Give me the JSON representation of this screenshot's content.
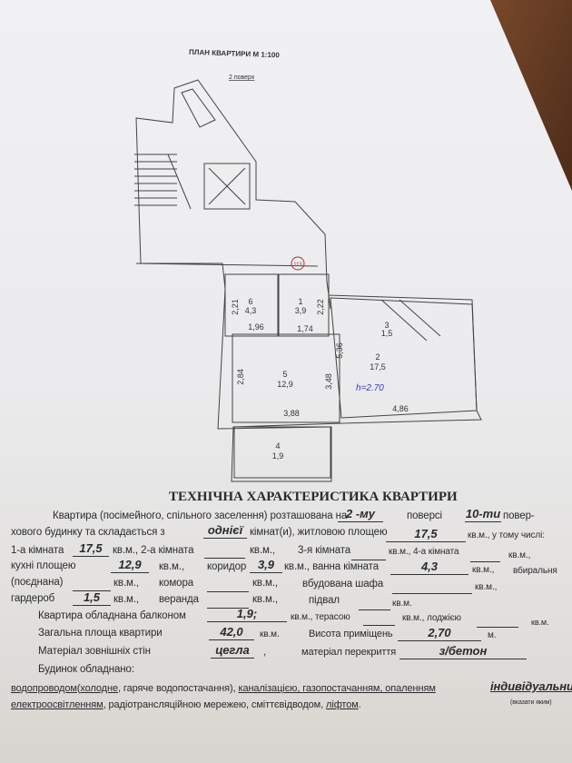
{
  "plan": {
    "title": "ПЛАН КВАРТИРИ М 1:100",
    "floor": "2 поверх",
    "stamp": "113",
    "height_note": "h=2.70",
    "rooms": [
      {
        "no": "1",
        "area": "3,9"
      },
      {
        "no": "2",
        "area": "17,5"
      },
      {
        "no": "3",
        "area": "1,5"
      },
      {
        "no": "4",
        "area": "1,9"
      },
      {
        "no": "5",
        "area": "12,9"
      },
      {
        "no": "6",
        "area": "4,3"
      }
    ],
    "dims": [
      "2,21",
      "1,96",
      "2,22",
      "1,74",
      "5,36",
      "2,84",
      "3,48",
      "3,88",
      "4,86"
    ]
  },
  "spec": {
    "title": "ТЕХНІЧНА ХАРАКТЕРИСТИКА КВАРТИРИ",
    "r1": {
      "a": "Квартира (посімейного, спільного заселення) розташована на",
      "floor": "2 -му",
      "b": "поверсі",
      "floors": "10-ти",
      "c": "повер-"
    },
    "r2": {
      "a": "хового будинку та складається з",
      "rooms": "однієї",
      "b": "кімнат(и), житловою площею",
      "living": "17,5",
      "c": "кв.м., у тому числі:"
    },
    "r3": {
      "a": "1-а кімната",
      "room1": "17,5",
      "b": "кв.м., 2-а кімната",
      "c": "кв.м.,",
      "d": "3-я кімната",
      "e": "кв.м., 4-а кімната",
      "f": "кв.м.,"
    },
    "r4": {
      "a": "кухні площею",
      "kitchen": "12,9",
      "b": "кв.м.,",
      "c": "коридор",
      "corridor": "3,9",
      "d": "кв.м., ванна кімната",
      "bath": "4,3",
      "e": "кв.м.,",
      "f": "вбиральня"
    },
    "r5": {
      "a": "(поєднана)",
      "b": "кв.м.,",
      "c": "комора",
      "d": "кв.м.,",
      "e": "вбудована шафа",
      "f": "кв.м.,"
    },
    "r6": {
      "a": "гардероб",
      "wardrobe": "1,5",
      "b": "кв.м.,",
      "c": "веранда",
      "d": "кв.м.,",
      "e": "підвал",
      "f": "кв.м."
    },
    "r7": {
      "a": "Квартира обладнана балконом",
      "balcony": "1,9;",
      "b": "кв.м., терасою",
      "c": "кв.м., лоджією",
      "d": "кв.м."
    },
    "r8": {
      "a": "Загальна площа квартири",
      "total": "42,0",
      "b": "кв.м.",
      "c": "Висота приміщень",
      "height": "2,70",
      "d": "м."
    },
    "r9": {
      "a": "Матеріал зовнішніх стін",
      "walls": "цегла",
      "b": ",",
      "c": "матеріал перекриття",
      "ceiling": "з/бетон"
    },
    "r10": "Будинок обладнано:",
    "r11": {
      "a": "водопроводом",
      "b": "(",
      "c": "холодне",
      "d": ", гаряче водопостачання), ",
      "e": "каналізацією, газопостачанням, опаленням",
      "heating": "індивідуальним"
    },
    "r12": {
      "a": "електроосвітленням",
      "b": ", радіотрансляційною мережею, сміттєвідводом, ",
      "c": "ліфтом",
      "d": ".",
      "hint": "(вказати яким)"
    }
  }
}
